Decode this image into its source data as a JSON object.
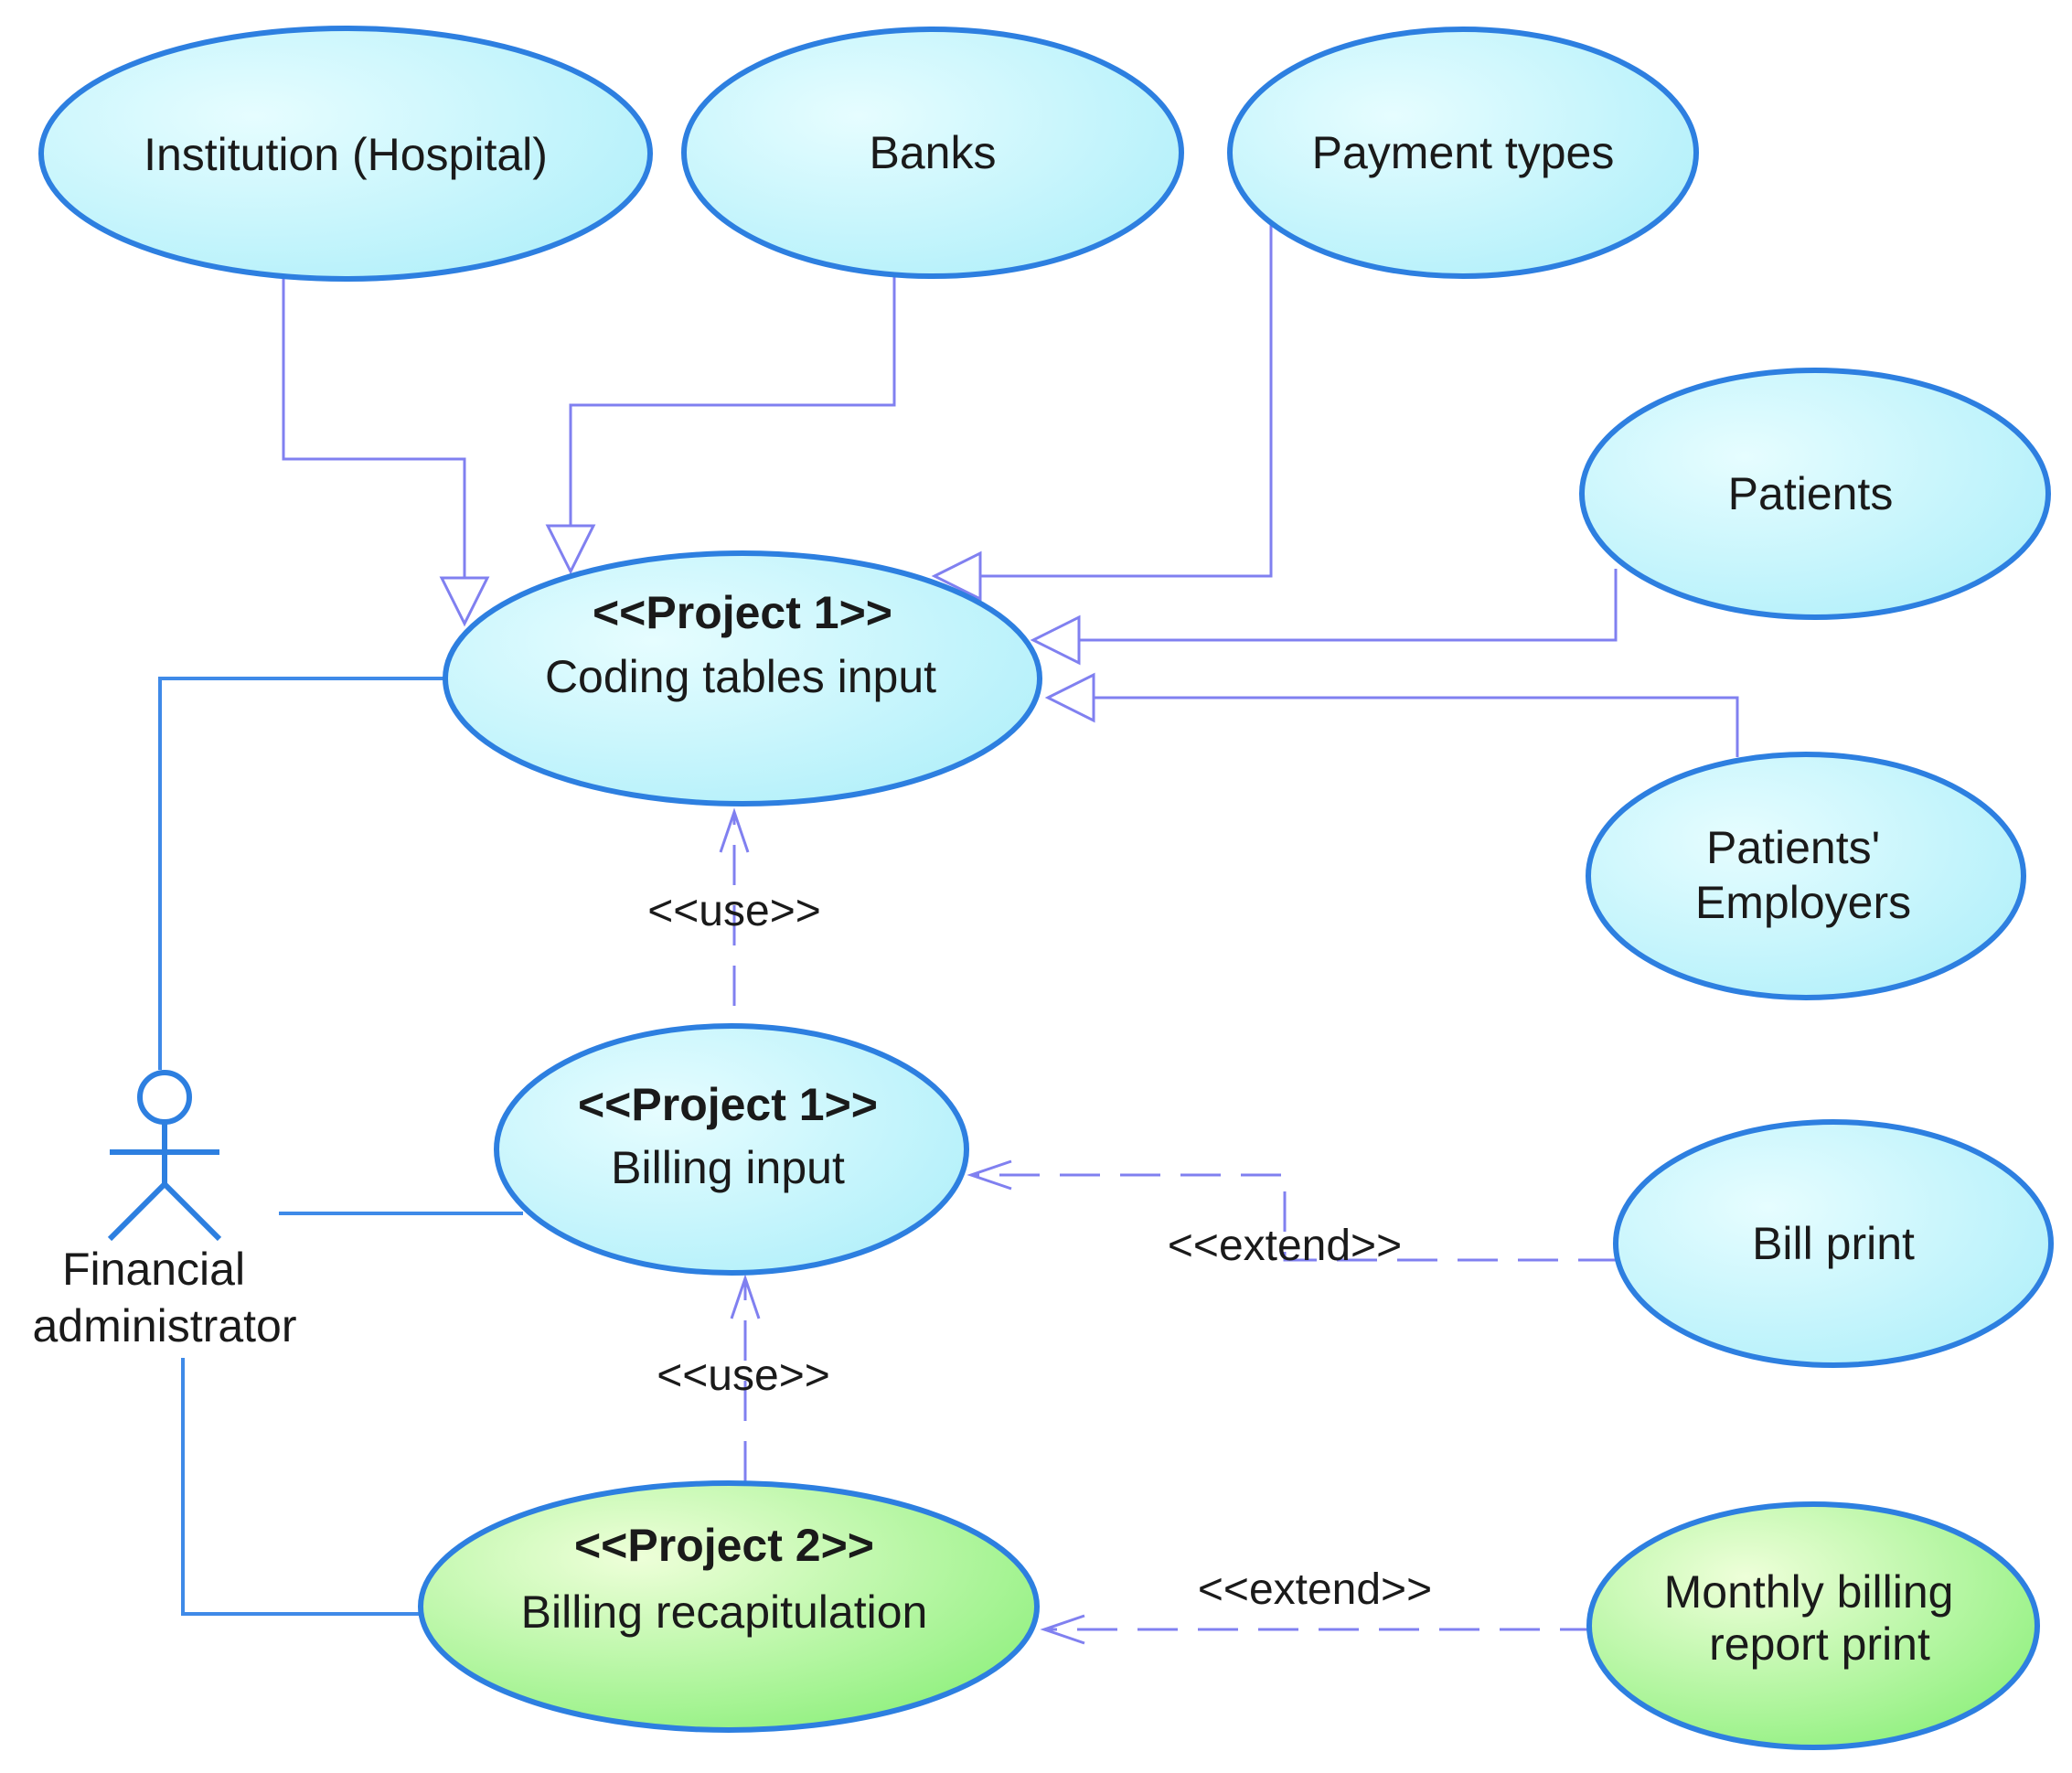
{
  "colors": {
    "usecase_border": "#2d7fe0",
    "usecase_fill_light": "#e6fdff",
    "usecase_fill": "#b3f0fa",
    "usecase_green_light": "#eeffd9",
    "usecase_green": "#8ff07e",
    "relation_line": "#8080f0",
    "association_line": "#3f8ae8",
    "actor_head_fill": "#ffffd9"
  },
  "actor": {
    "label_line1": "Financial",
    "label_line2": "administrator"
  },
  "use_cases": {
    "institution": {
      "label": "Institution (Hospital)"
    },
    "banks": {
      "label": "Banks"
    },
    "payment_types": {
      "label": "Payment types"
    },
    "patients": {
      "label": "Patients"
    },
    "patients_employers": {
      "label_line1": "Patients'",
      "label_line2": "Employers"
    },
    "coding_tables": {
      "stereotype": "<<Project 1>>",
      "label": "Coding tables input"
    },
    "billing_input": {
      "stereotype": "<<Project 1>>",
      "label": "Billing input"
    },
    "bill_print": {
      "label": "Bill print"
    },
    "billing_recap": {
      "stereotype": "<<Project 2>>",
      "label": "Billing recapitulation"
    },
    "monthly_report": {
      "label_line1": "Monthly billing",
      "label_line2": "report print"
    }
  },
  "relations": {
    "use_1": "<<use>>",
    "use_2": "<<use>>",
    "extend_1": "<<extend>>",
    "extend_2": "<<extend>>"
  }
}
